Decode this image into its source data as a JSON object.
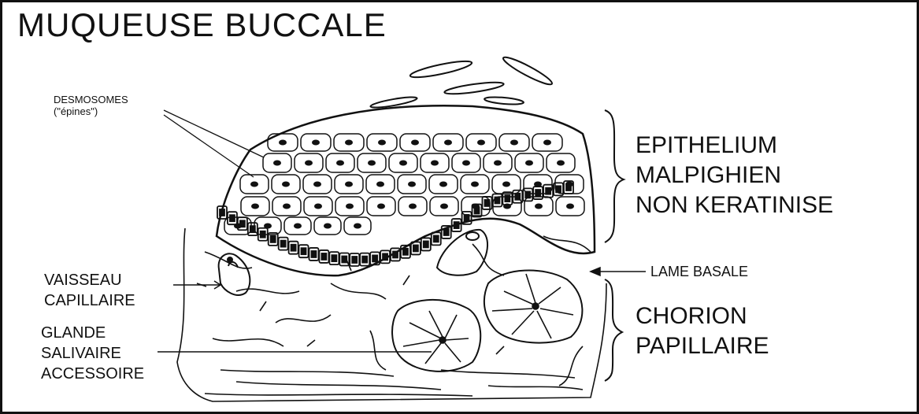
{
  "title": "MUQUEUSE BUCCALE",
  "labels": {
    "desmosomes_1": "DESMOSOMES",
    "desmosomes_2": "(\"épines\")",
    "vaisseau_1": "VAISSEAU",
    "vaisseau_2": "CAPILLAIRE",
    "glande_1": "GLANDE",
    "glande_2": "SALIVAIRE",
    "glande_3": "ACCESSOIRE",
    "epithelium_1": "EPITHELIUM",
    "epithelium_2": "MALPIGHIEN",
    "epithelium_3": "NON KERATINISE",
    "lame_basale": "LAME BASALE",
    "chorion_1": "CHORION",
    "chorion_2": "PAPILLAIRE"
  },
  "colors": {
    "ink": "#111111",
    "background": "#ffffff"
  }
}
